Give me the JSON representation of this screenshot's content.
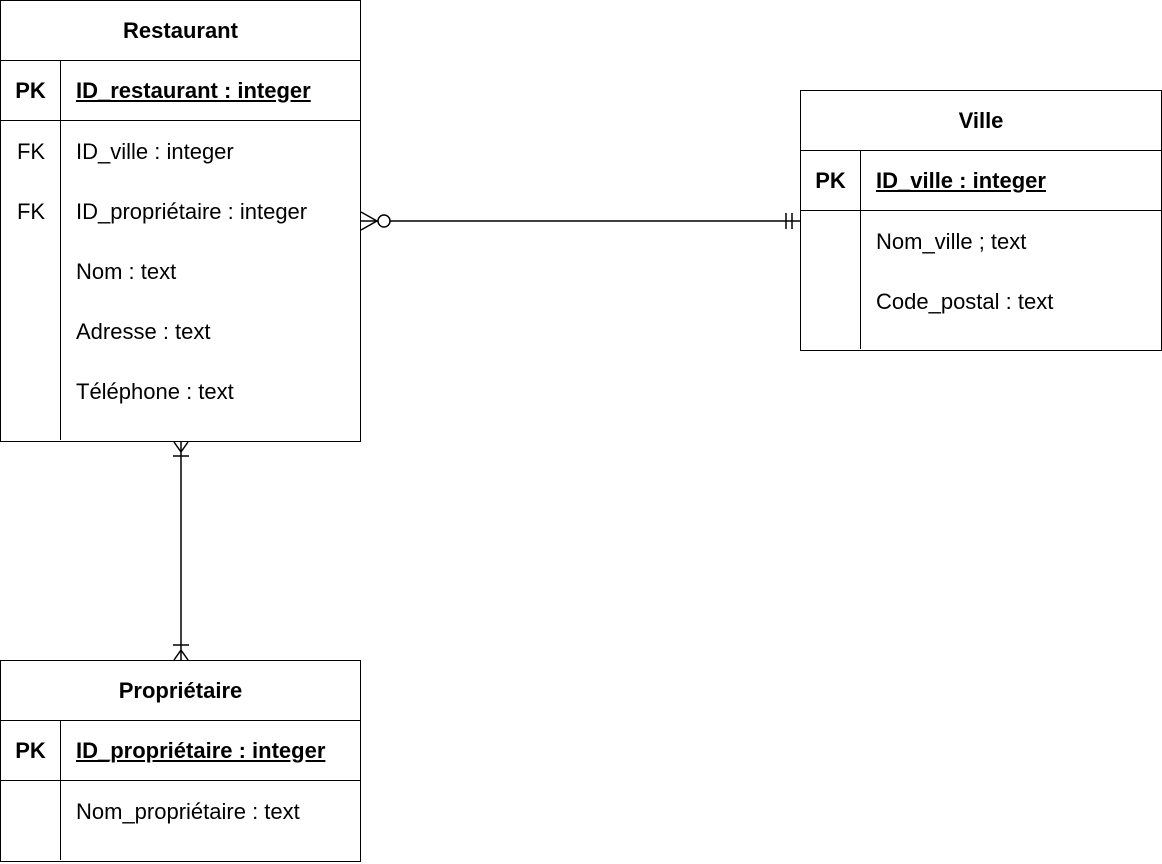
{
  "entities": {
    "restaurant": {
      "title": "Restaurant",
      "pk_label": "PK",
      "pk_field": "ID_restaurant : integer",
      "attributes": [
        {
          "key": "FK",
          "label": "ID_ville : integer"
        },
        {
          "key": "FK",
          "label": "ID_propriétaire : integer"
        },
        {
          "key": "",
          "label": "Nom : text"
        },
        {
          "key": "",
          "label": "Adresse : text"
        },
        {
          "key": "",
          "label": "Téléphone : text"
        }
      ]
    },
    "ville": {
      "title": "Ville",
      "pk_label": "PK",
      "pk_field": "ID_ville : integer",
      "attributes": [
        {
          "key": "",
          "label": "Nom_ville ; text"
        },
        {
          "key": "",
          "label": "Code_postal : text"
        }
      ]
    },
    "proprietaire": {
      "title": "Propriétaire",
      "pk_label": "PK",
      "pk_field": "ID_propriétaire : integer",
      "attributes": [
        {
          "key": "",
          "label": "Nom_propriétaire : text"
        }
      ]
    }
  },
  "relationships": [
    {
      "from": "Restaurant",
      "to": "Ville",
      "from_cardinality": "zero-or-many",
      "to_cardinality": "exactly-one"
    },
    {
      "from": "Restaurant",
      "to": "Propriétaire",
      "from_cardinality": "one-or-many",
      "to_cardinality": "one-or-many"
    }
  ]
}
